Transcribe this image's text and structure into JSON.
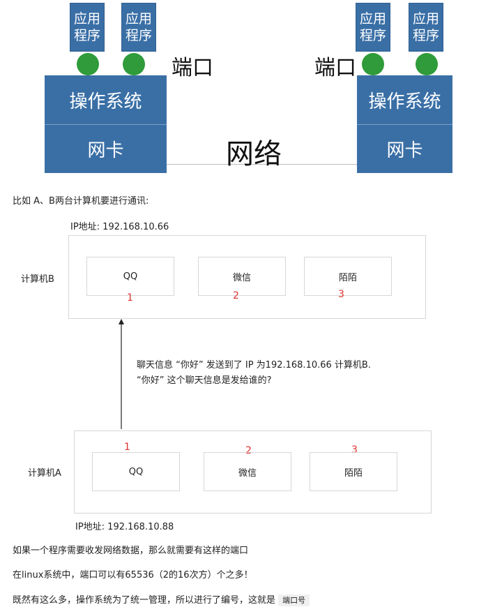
{
  "top_diagram": {
    "left_host": {
      "apps": [
        "应用\n程序",
        "应用\n程序"
      ],
      "os_label": "操作系统",
      "nic_label": "网卡"
    },
    "right_host": {
      "apps": [
        "应用\n程序",
        "应用\n程序"
      ],
      "os_label": "操作系统",
      "nic_label": "网卡"
    },
    "port_label_left": "端口",
    "port_label_right": "端口",
    "network_label": "网络",
    "colors": {
      "box": "#3a6fa6",
      "port": "#2f9b3a"
    }
  },
  "intro": "比如 A、B两台计算机要进行通讯:",
  "computer_b": {
    "ip": "IP地址: 192.168.10.66",
    "label": "计算机B",
    "apps": [
      {
        "name": "QQ",
        "port": "1"
      },
      {
        "name": "微信",
        "port": "2"
      },
      {
        "name": "陌陌",
        "port": "3"
      }
    ]
  },
  "message": {
    "line1": "聊天信息 “你好” 发送到了 IP 为192.168.10.66 计算机B.",
    "line2": "“你好” 这个聊天信息是发给谁的?"
  },
  "computer_a": {
    "ip": "IP地址: 192.168.10.88",
    "label": "计算机A",
    "apps": [
      {
        "name": "QQ",
        "port": "1"
      },
      {
        "name": "微信",
        "port": "2"
      },
      {
        "name": "陌陌",
        "port": "3"
      }
    ]
  },
  "notes": {
    "line1": "如果一个程序需要收发网络数据，那么就需要有这样的端口",
    "line2": "在linux系统中，端口可以有65536（2的16次方）个之多！",
    "line3": "既然有这么多，操作系统为了统一管理，所以进行了编号，这就是",
    "line3_code": "端口号"
  }
}
